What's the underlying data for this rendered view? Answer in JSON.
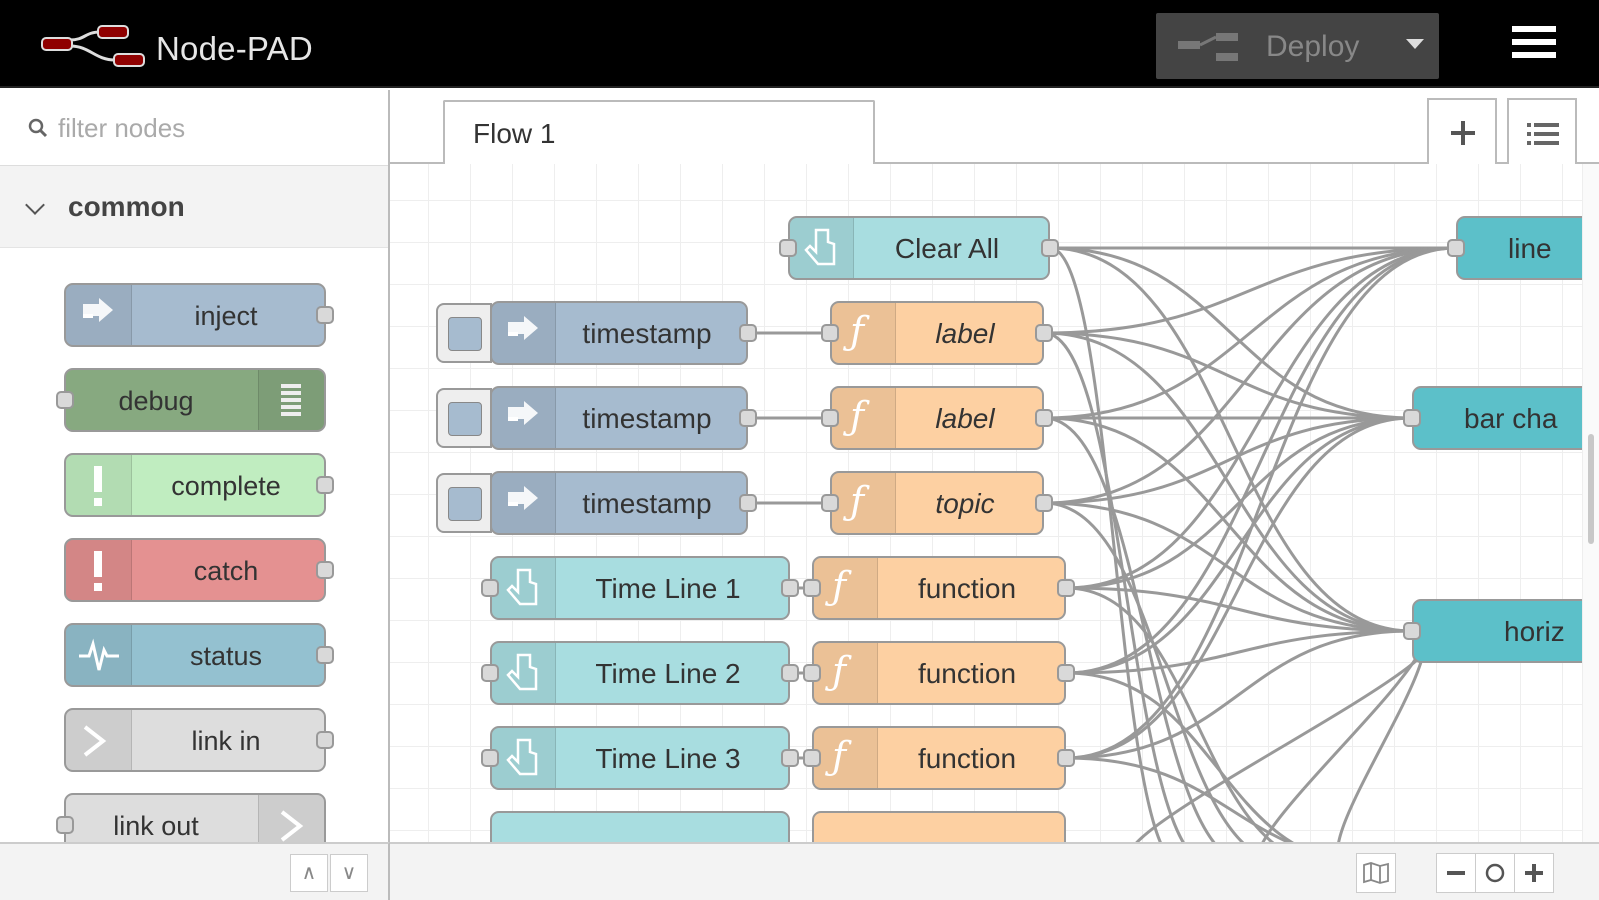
{
  "app": {
    "title": "Node-PAD"
  },
  "header": {
    "deploy_label": "Deploy"
  },
  "palette": {
    "search_placeholder": "filter nodes",
    "category": "common",
    "nodes": [
      {
        "label": "inject",
        "color": "#a6bbcf"
      },
      {
        "label": "debug",
        "color": "#87a980"
      },
      {
        "label": "complete",
        "color": "#c0edc0"
      },
      {
        "label": "catch",
        "color": "#e49191"
      },
      {
        "label": "status",
        "color": "#94c1d0"
      },
      {
        "label": "link in",
        "color": "#dddddd"
      },
      {
        "label": "link out",
        "color": "#dddddd"
      }
    ],
    "footer_buttons": [
      "∧",
      "∨"
    ]
  },
  "workspace": {
    "tabs": [
      {
        "label": "Flow 1"
      }
    ],
    "nodes": {
      "clear_all": "Clear All",
      "timestamps": [
        "timestamp",
        "timestamp",
        "timestamp"
      ],
      "label_fns": [
        "label",
        "label",
        "topic"
      ],
      "timelines": [
        "Time Line 1",
        "Time Line 2",
        "Time Line 3"
      ],
      "functions": [
        "function",
        "function",
        "function"
      ],
      "outputs": [
        "line",
        "bar cha",
        "horiz"
      ]
    }
  },
  "colors": {
    "header_bg": "#000000",
    "inject": "#a6bbcf",
    "function": "#fdd0a2",
    "ui_button": "#a8dde0",
    "ui_chart": "#5cc0c9",
    "wire": "#999999"
  }
}
